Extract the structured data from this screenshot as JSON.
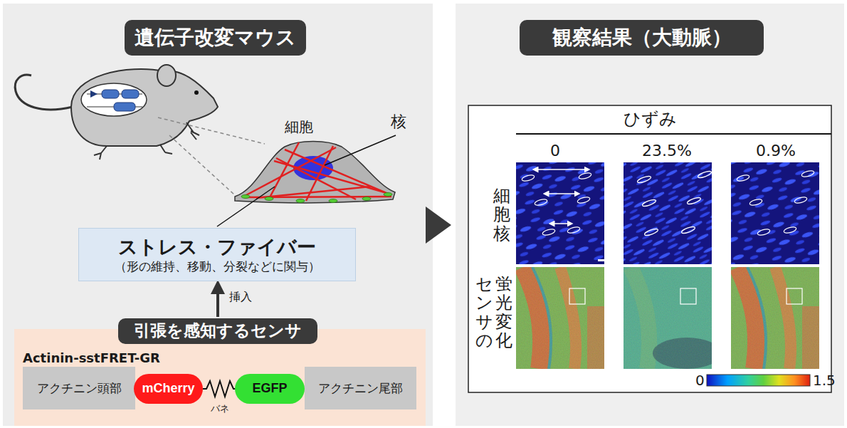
{
  "diagram": {
    "nodes": [
      {
        "text": [
          "遺伝子改変マウス"
        ]
      },
      {
        "text": [
          "ストレス・ファイバー",
          "（形の維持、移動、分裂などに関与）"
        ]
      },
      {
        "text": [
          "引張を感知するセンサ"
        ]
      },
      {
        "text": [
          "Actinin-sstFRET-GR"
        ]
      },
      {
        "text": [
          "アクチニン頭部"
        ],
        "in": 3
      },
      {
        "text": [
          "mCherry"
        ],
        "in": 3
      },
      {
        "text": [
          "EGFP"
        ],
        "in": 3
      },
      {
        "text": [
          "アクチニン尾部"
        ],
        "in": 3
      },
      {
        "text": [
          "観察結果（大動脈）"
        ]
      },
      {
        "text": [
          "ひずみ"
        ]
      }
    ],
    "edges": [
      {
        "from": 2,
        "to": 1,
        "arrow": "to",
        "label": "挿入"
      }
    ],
    "labels": [
      "細胞",
      "核",
      "バネ",
      "0",
      "23.5%",
      "0.9%",
      "細胞核",
      "センサの",
      "蛍光変化",
      "0",
      "1.5"
    ]
  }
}
